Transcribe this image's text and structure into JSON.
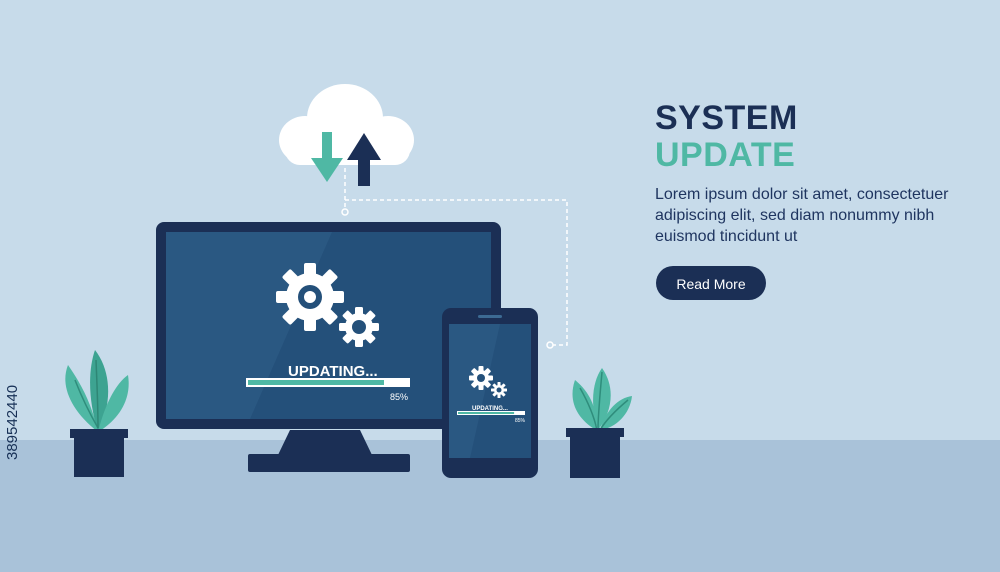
{
  "hero": {
    "title_line1": "SYSTEM",
    "title_line2": "UPDATE",
    "description": "Lorem ipsum dolor sit amet, consectetuer adipiscing elit, sed diam nonummy nibh euismod tincidunt ut",
    "cta_label": "Read More"
  },
  "monitor": {
    "status_label": "UPDATING...",
    "percent_label": "85%",
    "progress": 0.85
  },
  "phone": {
    "status_label": "UPDATING...",
    "percent_label": "85%",
    "progress": 0.85
  },
  "stock_id": "389542440",
  "colors": {
    "background": "#c7dbea",
    "floor": "#a9c2d9",
    "navy": "#1b2f55",
    "teal": "#4fb8a4",
    "screen": "#234a72"
  },
  "icons": [
    "cloud-icon",
    "download-arrow-icon",
    "upload-arrow-icon",
    "gear-icon",
    "plant-icon"
  ]
}
